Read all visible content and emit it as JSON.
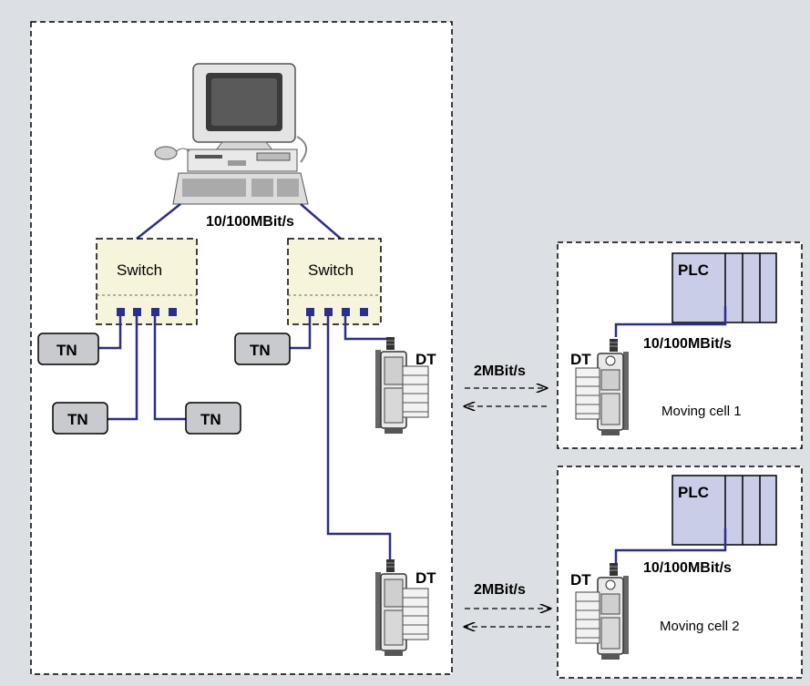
{
  "network": {
    "pc_link_speed": "10/100MBit/s",
    "switch_left": "Switch",
    "switch_right": "Switch",
    "tn_labels": [
      "TN",
      "TN",
      "TN",
      "TN"
    ],
    "dt_upper": "DT",
    "dt_lower": "DT"
  },
  "radio_links": [
    {
      "speed": "2MBit/s"
    },
    {
      "speed": "2MBit/s"
    }
  ],
  "cells": [
    {
      "name": "Moving cell 1",
      "plc": "PLC",
      "dt": "DT",
      "link_speed": "10/100MBit/s"
    },
    {
      "name": "Moving cell 2",
      "plc": "PLC",
      "dt": "DT",
      "link_speed": "10/100MBit/s"
    }
  ],
  "colors": {
    "background": "#dcdfe3",
    "panel": "#ffffff",
    "switch_fill": "#f7f4dc",
    "tn_fill": "#c8cace",
    "plc_fill": "#c9cde8",
    "cable": "#2b2e8c"
  }
}
